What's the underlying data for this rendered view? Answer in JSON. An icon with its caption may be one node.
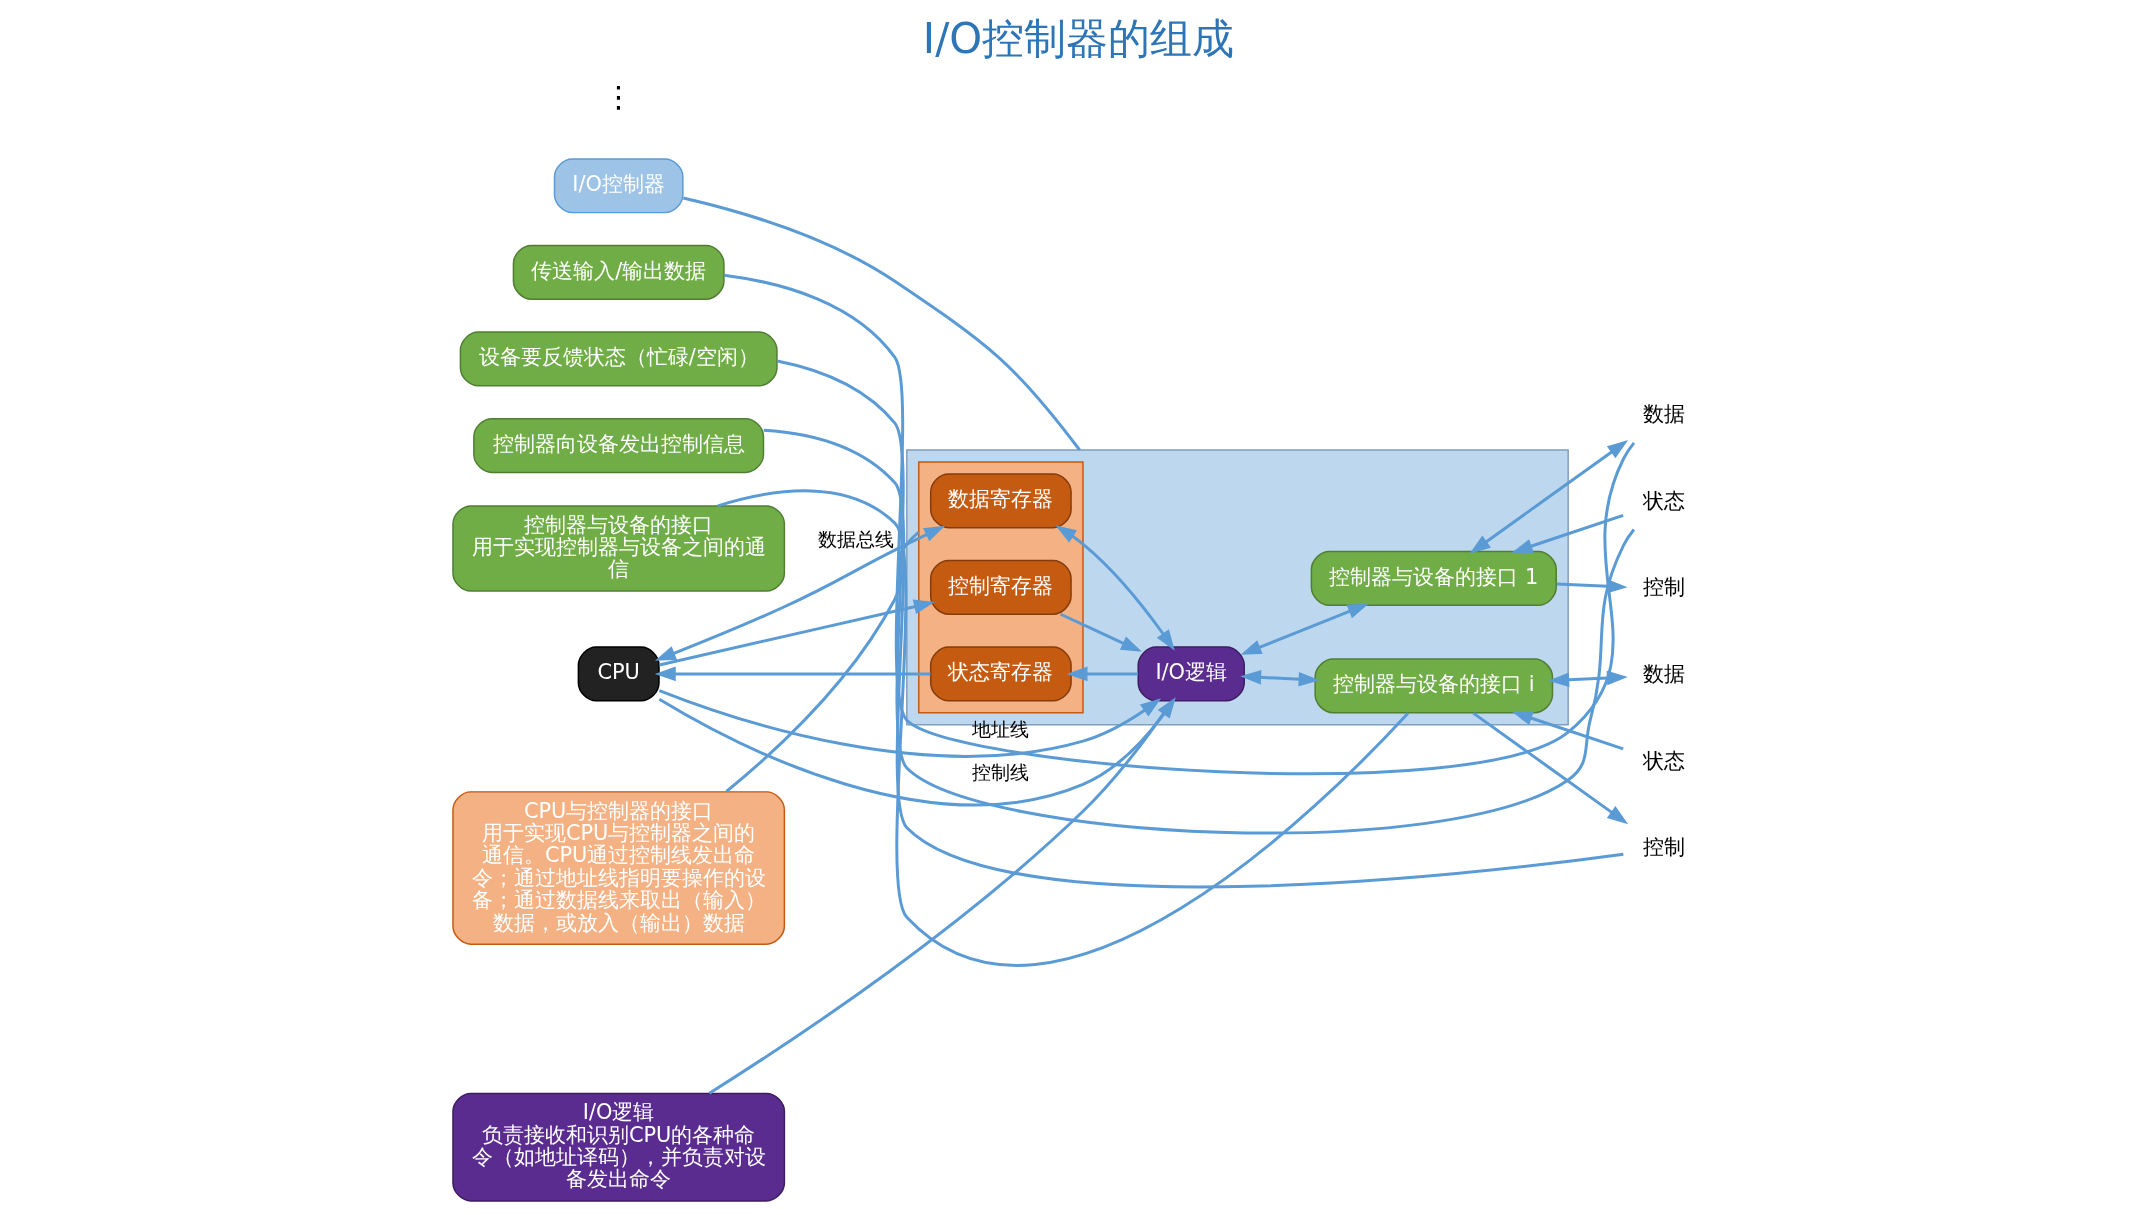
{
  "diagram": {
    "title": "I/O控制器的组成",
    "nodes": [
      {
        "text": [
          "I/O控制器"
        ]
      },
      {
        "text": [],
        "shape": "box"
      },
      {
        "text": [],
        "shape": "box",
        "in": 1
      },
      {
        "text": [
          "数据寄存器"
        ],
        "in": 2
      },
      {
        "text": [
          "控制寄存器"
        ],
        "in": 2
      },
      {
        "text": [
          "状态寄存器"
        ],
        "in": 2
      },
      {
        "text": [
          "I/O逻辑"
        ],
        "in": 1
      },
      {
        "text": [
          "控制器与设备的接口 1"
        ],
        "in": 1
      },
      {
        "text": [
          "控制器与设备的接口 i"
        ],
        "in": 1
      },
      {
        "text": [
          "CPU"
        ]
      },
      {
        "text": [
          "数据"
        ]
      },
      {
        "text": [
          "状态"
        ]
      },
      {
        "text": [
          "控制"
        ]
      },
      {
        "text": [
          "数据"
        ]
      },
      {
        "text": [
          "状态"
        ]
      },
      {
        "text": [
          "控制"
        ]
      },
      {
        "text": [
          "传送输入/输出数据"
        ]
      },
      {
        "text": [
          "设备要反馈状态（忙碌/空闲）"
        ]
      },
      {
        "text": [
          "控制器向设备发出控制信息"
        ]
      },
      {
        "text": [
          "CPU与控制器的接口",
          "用于实现CPU与控制器之间的通信。CPU通过控制线发出命令；通过地址线指明要操作的设备；通过数据线来取出（输入）数据，或放入（输出）数据"
        ]
      },
      {
        "text": [
          "I/O逻辑",
          "负责接收和识别CPU的各种命令（如地址译码），并负责对设备发出命令"
        ]
      },
      {
        "text": [
          "控制器与设备的接口",
          "用于实现控制器与设备之间的通信"
        ]
      }
    ],
    "edges": [
      {
        "from": 9,
        "to": 3,
        "arrow": "both",
        "label": "数据总线"
      },
      {
        "from": 9,
        "to": 4,
        "arrow": "to"
      },
      {
        "from": 5,
        "to": 9,
        "arrow": "to"
      },
      {
        "from": 9,
        "to": 6,
        "arrow": "to",
        "label": "地址线"
      },
      {
        "from": 9,
        "to": 6,
        "arrow": "to",
        "label": "控制线"
      },
      {
        "from": 3,
        "to": 6,
        "arrow": "both"
      },
      {
        "from": 4,
        "to": 6,
        "arrow": "to"
      },
      {
        "from": 6,
        "to": 5,
        "arrow": "to"
      },
      {
        "from": 6,
        "to": 7,
        "arrow": "both"
      },
      {
        "from": 6,
        "to": 8,
        "arrow": "both"
      },
      {
        "from": 7,
        "to": 10,
        "arrow": "both"
      },
      {
        "from": 11,
        "to": 7,
        "arrow": "to"
      },
      {
        "from": 7,
        "to": 12,
        "arrow": "to"
      },
      {
        "from": 8,
        "to": 13,
        "arrow": "both"
      },
      {
        "from": 14,
        "to": 8,
        "arrow": "to"
      },
      {
        "from": 8,
        "to": 15,
        "arrow": "to"
      },
      {
        "from": 0,
        "to": 1,
        "arrow": "none"
      },
      {
        "from": 16,
        "to": 10,
        "arrow": "none"
      },
      {
        "from": 17,
        "to": 11,
        "arrow": "none"
      },
      {
        "from": 18,
        "to": 15,
        "arrow": "none"
      },
      {
        "from": 19,
        "to": 2,
        "arrow": "none"
      },
      {
        "from": 20,
        "to": 6,
        "arrow": "none"
      },
      {
        "from": 21,
        "to": 8,
        "arrow": "none"
      }
    ],
    "labels": [
      "⋮"
    ]
  }
}
